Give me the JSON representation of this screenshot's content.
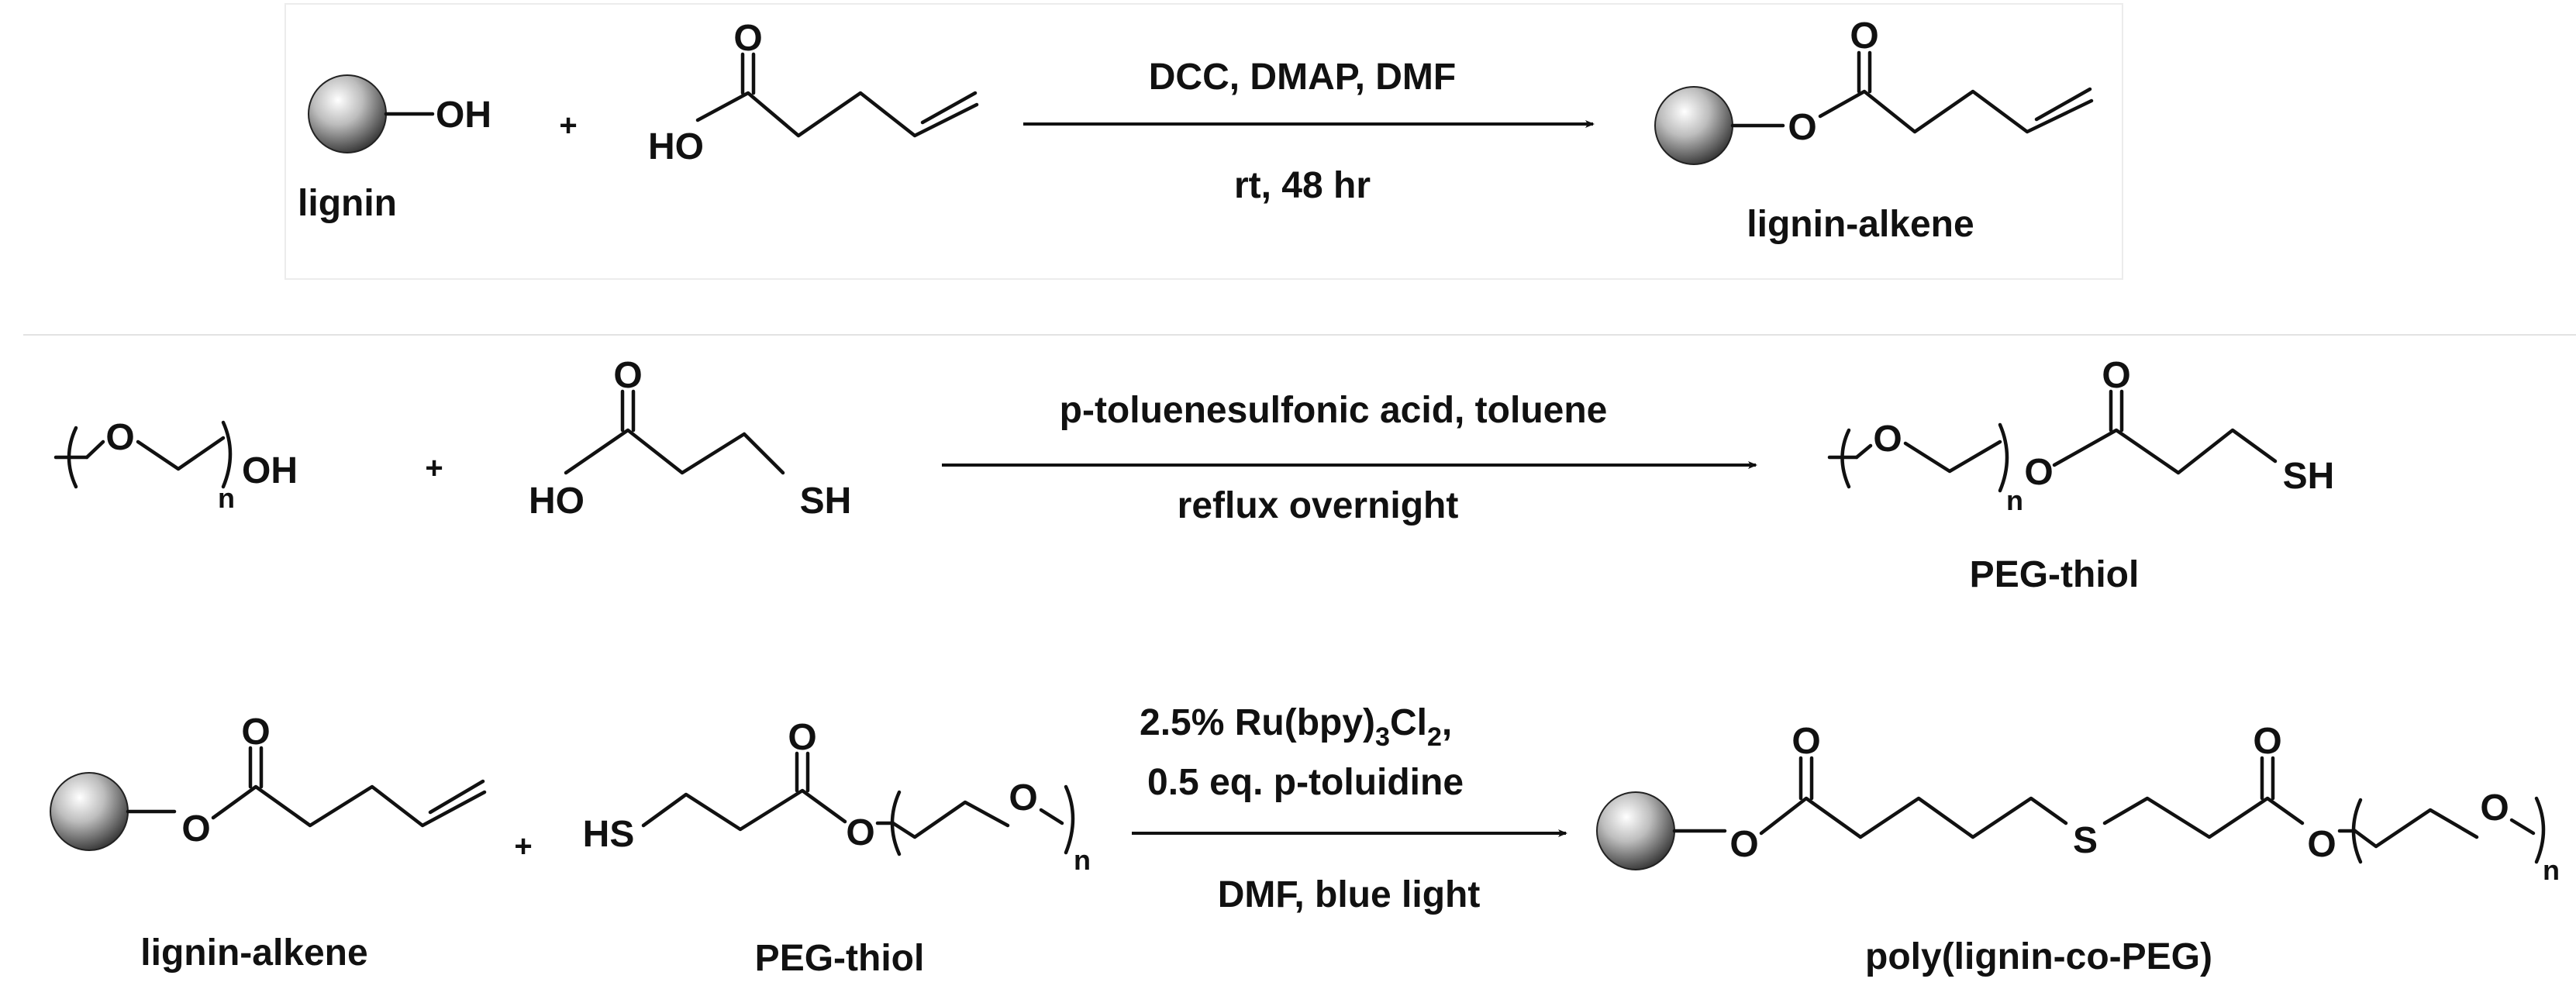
{
  "scheme": {
    "step1": {
      "reactant1_atom": "OH",
      "reactant1_label": "lignin",
      "plus": "+",
      "reactant2_atom_O": "O",
      "reactant2_atom_HO": "HO",
      "condition_above": "DCC, DMAP, DMF",
      "condition_below": "rt, 48 hr",
      "product_atom_O_top": "O",
      "product_atom_O_link": "O",
      "product_label": "lignin-alkene"
    },
    "step2": {
      "reactant1_atom_O": "O",
      "reactant1_atom_OH": "OH",
      "reactant1_subscript": "n",
      "plus": "+",
      "reactant2_atom_O": "O",
      "reactant2_atom_HO": "HO",
      "reactant2_atom_SH": "SH",
      "condition_above": "p-toluenesulfonic acid, toluene",
      "condition_below": "reflux overnight",
      "product_atom_O_chain": "O",
      "product_subscript": "n",
      "product_atom_O_link": "O",
      "product_atom_O_top": "O",
      "product_atom_SH": "SH",
      "product_label": "PEG-thiol"
    },
    "step3": {
      "reactant1_atom_O_top": "O",
      "reactant1_atom_O_link": "O",
      "reactant1_label": "lignin-alkene",
      "plus": "+",
      "reactant2_atom_HS": "HS",
      "reactant2_atom_O_top": "O",
      "reactant2_atom_O_link": "O",
      "reactant2_atom_O_chain": "O",
      "reactant2_subscript": "n",
      "reactant2_label": "PEG-thiol",
      "condition_line1_main": "2.5% Ru(bpy)",
      "condition_line1_sub1": "3",
      "condition_line1_mid": "Cl",
      "condition_line1_sub2": "2",
      "condition_line1_end": ",",
      "condition_line2": "0.5 eq. p-toluidine",
      "condition_below": "DMF, blue light",
      "product_atom_O_top1": "O",
      "product_atom_O_link1": "O",
      "product_atom_S": "S",
      "product_atom_O_top2": "O",
      "product_atom_O_link2": "O",
      "product_atom_O_chain": "O",
      "product_subscript": "n",
      "product_label": "poly(lignin-co-PEG)"
    }
  }
}
